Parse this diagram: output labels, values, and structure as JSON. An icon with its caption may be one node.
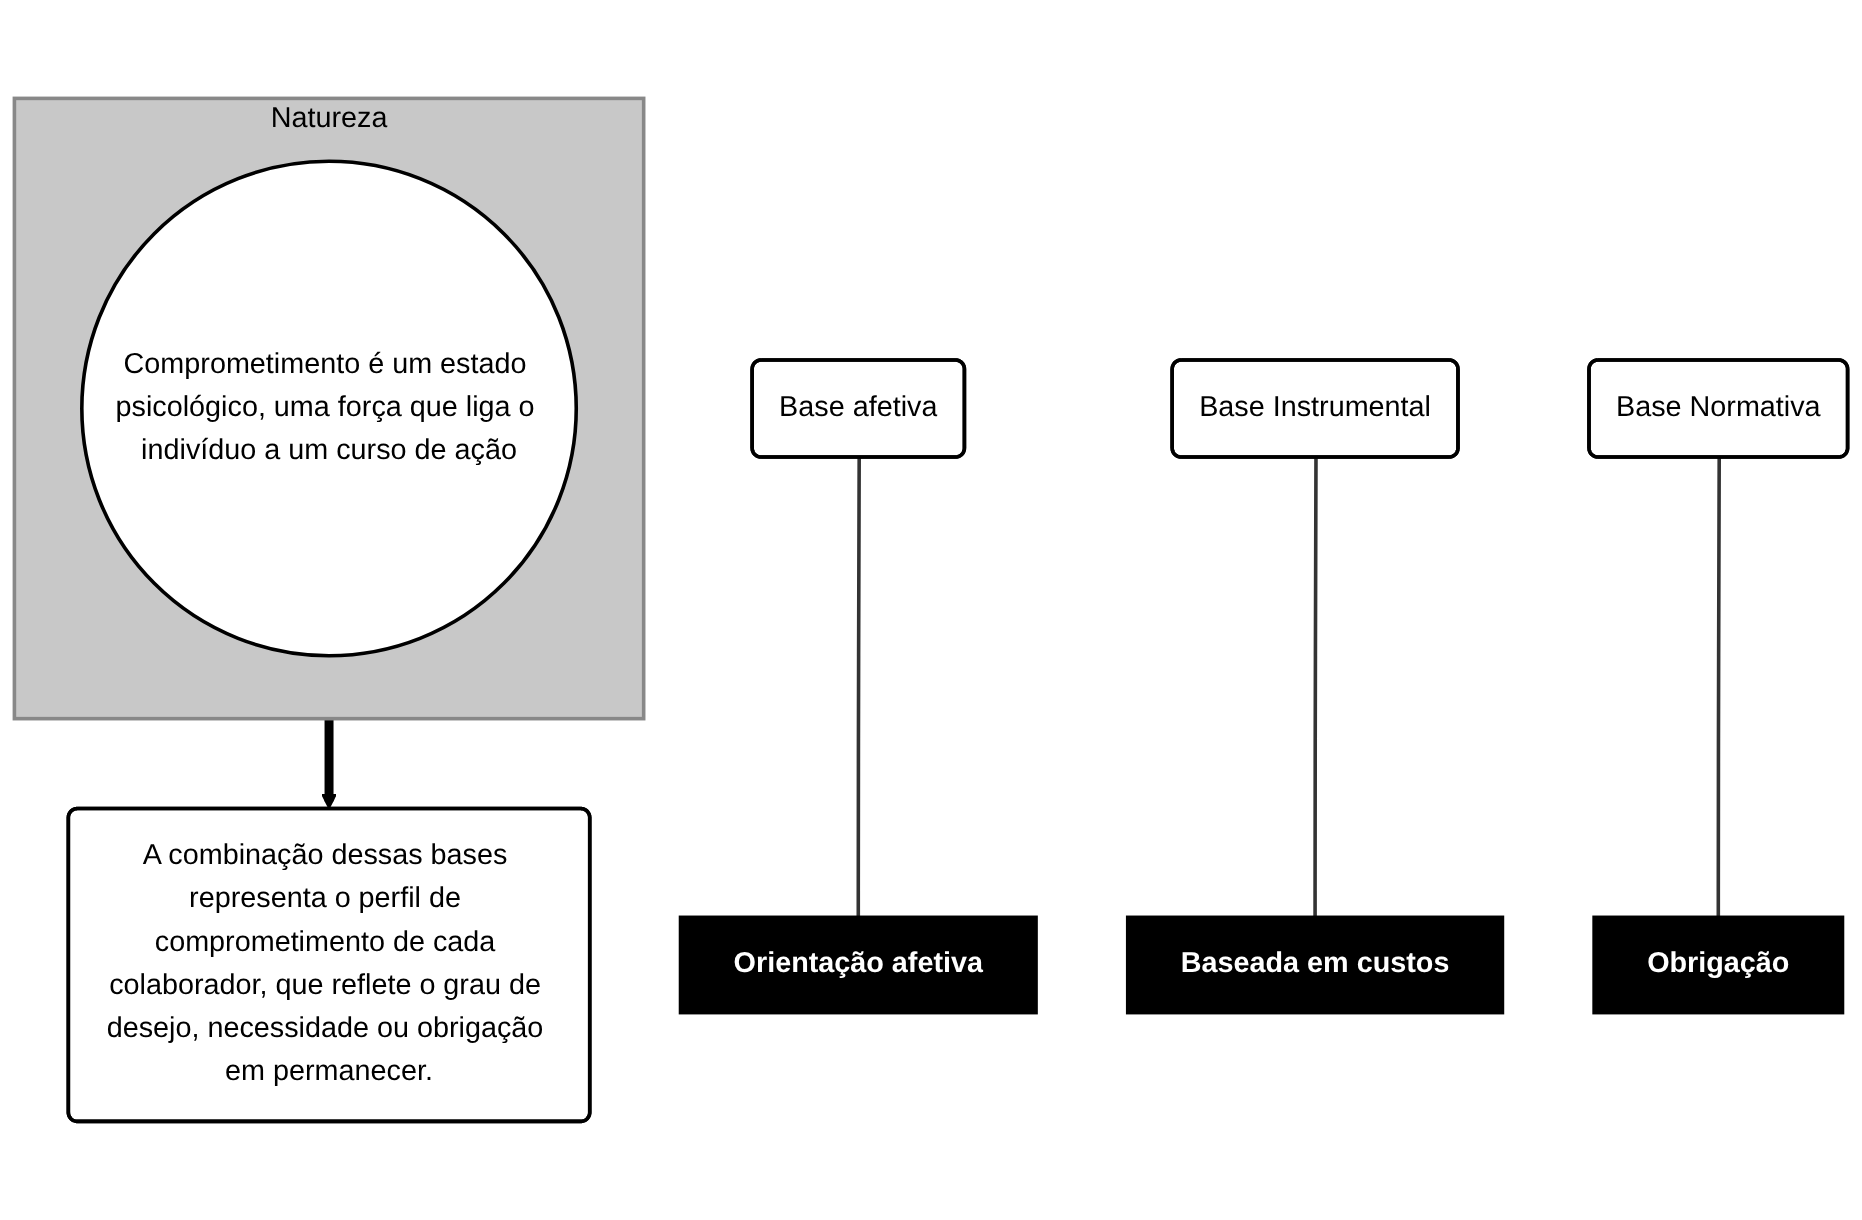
{
  "diagram": {
    "nodes": [
      {
        "text": [
          "Base afetiva"
        ]
      },
      {
        "text": [
          "Orientação afetiva"
        ]
      },
      {
        "text": [
          "Base Instrumental"
        ]
      },
      {
        "text": [
          "Baseada em custos"
        ]
      },
      {
        "text": [
          "Natureza"
        ]
      },
      {
        "text": [
          "Comprometimento é um estado psicológico, uma força que liga o indivíduo a um curso de ação"
        ],
        "in": 4
      },
      {
        "text": [
          "Obrigação"
        ]
      },
      {
        "text": [
          "Base Normativa"
        ]
      },
      {
        "text": [
          "A combinação dessas bases representa o perfil de comprometimento de cada colaborador, que reflete o grau de desejo, necessidade ou obrigação em permanecer."
        ]
      }
    ],
    "edges": [
      {
        "from": 0,
        "to": 1,
        "arrow": "none"
      },
      {
        "from": 2,
        "to": 3,
        "arrow": "none"
      },
      {
        "from": 7,
        "to": 6,
        "arrow": "none"
      },
      {
        "from": 4,
        "to": 8,
        "arrow": "to",
        "style": "thick",
        "color": "#000000"
      }
    ]
  }
}
